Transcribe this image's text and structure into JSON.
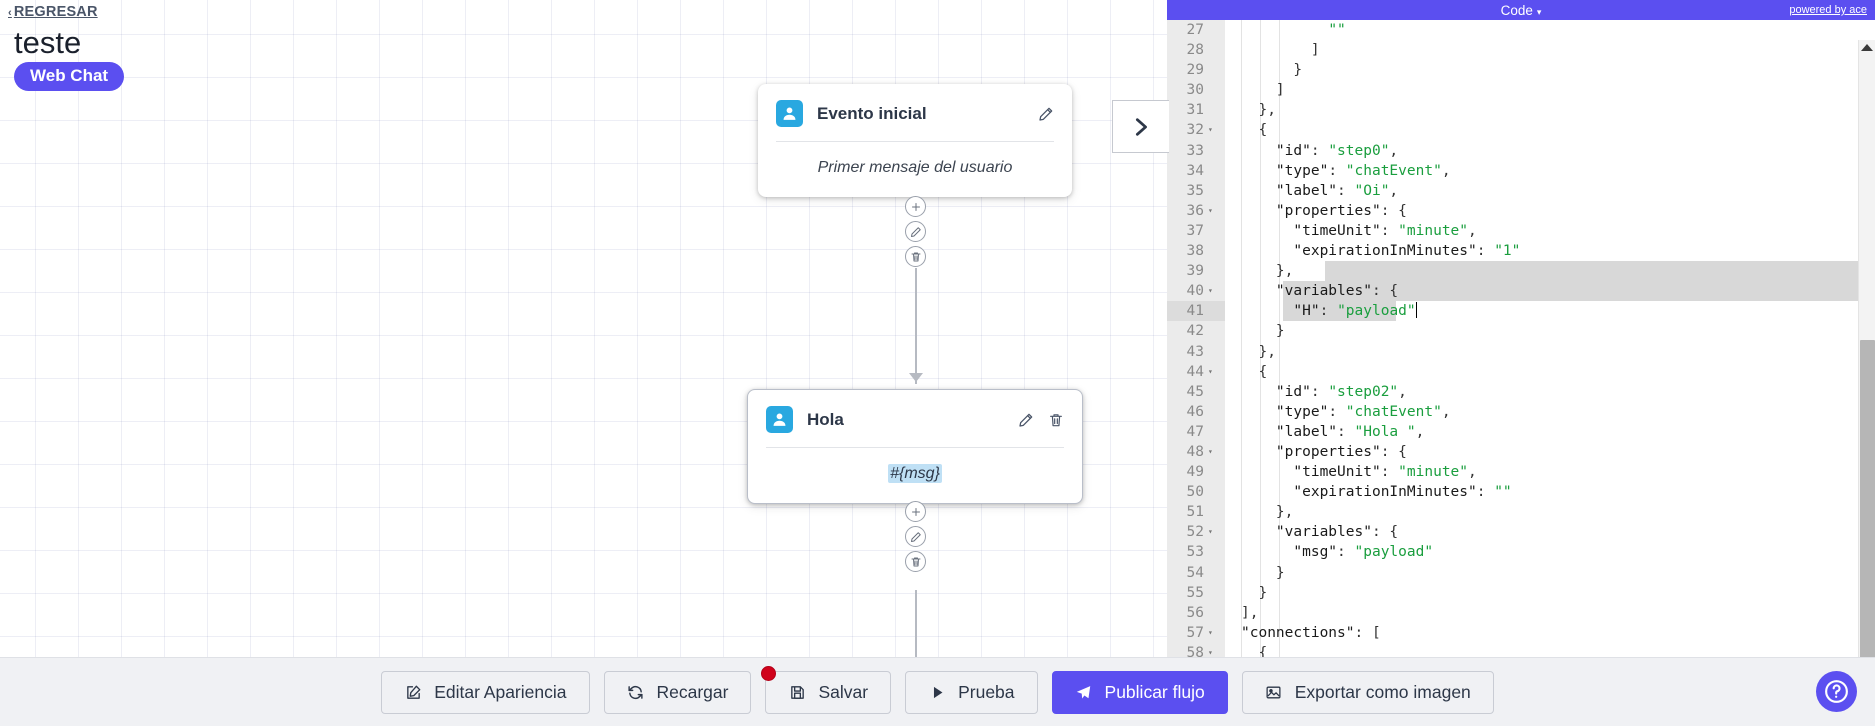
{
  "header": {
    "back_label": "REGRESAR",
    "back_chevron": "‹",
    "flow_title": "teste",
    "channel_badge": "Web Chat"
  },
  "canvas": {
    "nodes": [
      {
        "title": "Evento inicial",
        "body_text": "Primer mensaje del usuario",
        "body_kind": "placeholder",
        "avatar_icon": "user-avatar-icon",
        "edit_icon": "pencil-icon",
        "has_delete": false
      },
      {
        "title": "Hola",
        "body_text": "#{msg}",
        "body_kind": "variable",
        "avatar_icon": "user-avatar-icon",
        "edit_icon": "pencil-icon",
        "delete_icon": "trash-icon",
        "has_delete": true
      }
    ],
    "connector_buttons": [
      "add-icon",
      "pencil-icon",
      "trash-icon"
    ]
  },
  "editor": {
    "title": "Code",
    "title_caret": "▾",
    "powered_by": "powered by ace",
    "toggle_icon": "chevron-right-icon",
    "first_visible_line": 27,
    "active_line": 41,
    "selected_lines": [
      39,
      40,
      41
    ],
    "lines": [
      {
        "n": 27,
        "fold": "",
        "text": "          \"\""
      },
      {
        "n": 28,
        "fold": "",
        "text": "        ]"
      },
      {
        "n": 29,
        "fold": "",
        "text": "      }"
      },
      {
        "n": 30,
        "fold": "",
        "text": "    ]"
      },
      {
        "n": 31,
        "fold": "",
        "text": "  },"
      },
      {
        "n": 32,
        "fold": "▾",
        "text": "  {"
      },
      {
        "n": 33,
        "fold": "",
        "text": "    \"id\": \"step0\","
      },
      {
        "n": 34,
        "fold": "",
        "text": "    \"type\": \"chatEvent\","
      },
      {
        "n": 35,
        "fold": "",
        "text": "    \"label\": \"Oi\","
      },
      {
        "n": 36,
        "fold": "▾",
        "text": "    \"properties\": {"
      },
      {
        "n": 37,
        "fold": "",
        "text": "      \"timeUnit\": \"minute\","
      },
      {
        "n": 38,
        "fold": "",
        "text": "      \"expirationInMinutes\": \"1\""
      },
      {
        "n": 39,
        "fold": "",
        "text": "    },"
      },
      {
        "n": 40,
        "fold": "▾",
        "text": "    \"variables\": {"
      },
      {
        "n": 41,
        "fold": "",
        "text": "      \"H\": \"payload\""
      },
      {
        "n": 42,
        "fold": "",
        "text": "    }"
      },
      {
        "n": 43,
        "fold": "",
        "text": "  },"
      },
      {
        "n": 44,
        "fold": "▾",
        "text": "  {"
      },
      {
        "n": 45,
        "fold": "",
        "text": "    \"id\": \"step02\","
      },
      {
        "n": 46,
        "fold": "",
        "text": "    \"type\": \"chatEvent\","
      },
      {
        "n": 47,
        "fold": "",
        "text": "    \"label\": \"Hola \","
      },
      {
        "n": 48,
        "fold": "▾",
        "text": "    \"properties\": {"
      },
      {
        "n": 49,
        "fold": "",
        "text": "      \"timeUnit\": \"minute\","
      },
      {
        "n": 50,
        "fold": "",
        "text": "      \"expirationInMinutes\": \"\""
      },
      {
        "n": 51,
        "fold": "",
        "text": "    },"
      },
      {
        "n": 52,
        "fold": "▾",
        "text": "    \"variables\": {"
      },
      {
        "n": 53,
        "fold": "",
        "text": "      \"msg\": \"payload\""
      },
      {
        "n": 54,
        "fold": "",
        "text": "    }"
      },
      {
        "n": 55,
        "fold": "",
        "text": "  }"
      },
      {
        "n": 56,
        "fold": "",
        "text": "],"
      },
      {
        "n": 57,
        "fold": "▾",
        "text": "\"connections\": ["
      },
      {
        "n": 58,
        "fold": "▾",
        "text": "  {"
      }
    ]
  },
  "toolbar": {
    "buttons": [
      {
        "label": "Editar Apariencia",
        "icon": "edit-square-icon",
        "primary": false,
        "badge": false
      },
      {
        "label": "Recargar",
        "icon": "refresh-icon",
        "primary": false,
        "badge": false
      },
      {
        "label": "Salvar",
        "icon": "save-disk-icon",
        "primary": false,
        "badge": true
      },
      {
        "label": "Prueba",
        "icon": "play-icon",
        "primary": false,
        "badge": false
      },
      {
        "label": "Publicar flujo",
        "icon": "send-icon",
        "primary": true,
        "badge": false
      },
      {
        "label": "Exportar como imagen",
        "icon": "image-icon",
        "primary": false,
        "badge": false
      }
    ],
    "help_icon": "question-circle-icon"
  },
  "colors": {
    "brand_purple": "#5b4ff0",
    "avatar_blue": "#29a8e0",
    "badge_red": "#d0021b",
    "string_green": "#1a9e3e"
  }
}
